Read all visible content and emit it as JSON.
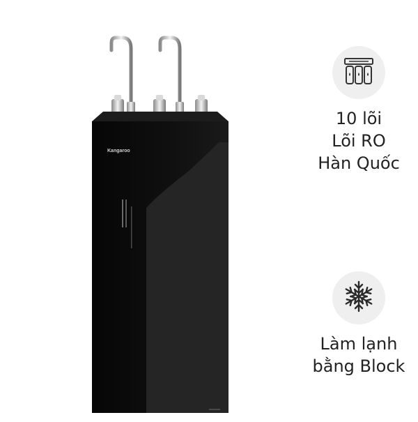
{
  "product": {
    "brand": "Kangaroo",
    "colors": {
      "body": "#0b0b0b",
      "panel": "#262626",
      "chrome": "#bdbdbd"
    }
  },
  "features": [
    {
      "icon": "filter-cartridges-icon",
      "lines": [
        "10 lõi",
        "Lõi RO",
        "Hàn Quốc"
      ]
    },
    {
      "icon": "snowflake-icon",
      "lines": [
        "Làm lạnh",
        "bằng Block"
      ]
    }
  ]
}
